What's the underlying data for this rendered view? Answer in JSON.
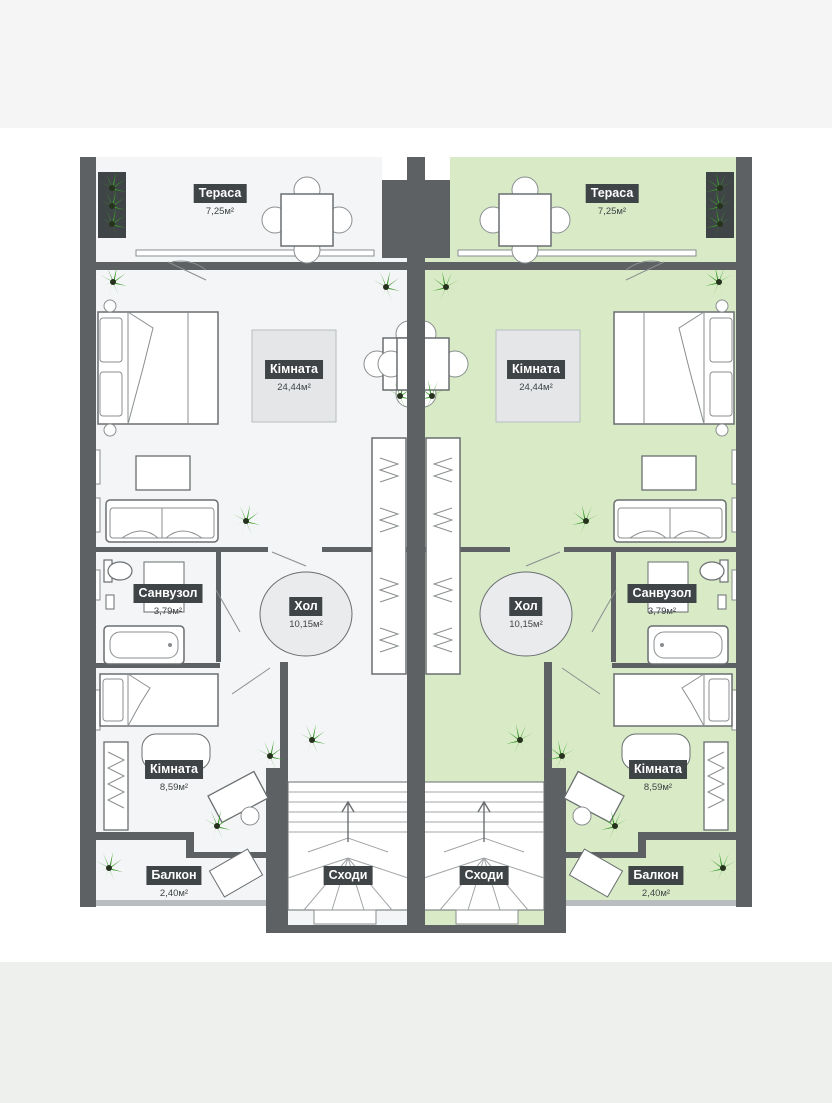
{
  "units": [
    {
      "id": "left",
      "highlighted": false,
      "rooms": [
        {
          "key": "terrace",
          "name": "Тераса",
          "area": "7,25м²"
        },
        {
          "key": "room-main",
          "name": "Кімната",
          "area": "24,44м²"
        },
        {
          "key": "bathroom",
          "name": "Санвузол",
          "area": "3,79м²"
        },
        {
          "key": "hall",
          "name": "Хол",
          "area": "10,15м²"
        },
        {
          "key": "room-small",
          "name": "Кімната",
          "area": "8,59м²"
        },
        {
          "key": "balcony",
          "name": "Балкон",
          "area": "2,40м²"
        },
        {
          "key": "stairs",
          "name": "Сходи",
          "area": ""
        }
      ]
    },
    {
      "id": "right",
      "highlighted": true,
      "rooms": [
        {
          "key": "terrace",
          "name": "Тераса",
          "area": "7,25м²"
        },
        {
          "key": "room-main",
          "name": "Кімната",
          "area": "24,44м²"
        },
        {
          "key": "bathroom",
          "name": "Санвузол",
          "area": "3,79м²"
        },
        {
          "key": "hall",
          "name": "Хол",
          "area": "10,15м²"
        },
        {
          "key": "room-small",
          "name": "Кімната",
          "area": "8,59м²"
        },
        {
          "key": "balcony",
          "name": "Балкон",
          "area": "2,40м²"
        },
        {
          "key": "stairs",
          "name": "Сходи",
          "area": ""
        }
      ]
    }
  ],
  "colors": {
    "wall": "#5d6163",
    "highlight_fill": "#d9ebc6",
    "plain_fill": "#f4f5f6",
    "plant": "#3a9a2c",
    "label_bg": "#3f4446"
  },
  "icons": [
    "plant-icon",
    "bed-icon",
    "sofa-icon",
    "table-icon",
    "bathtub-icon",
    "toilet-icon",
    "wardrobe-icon",
    "stairs-icon",
    "door-icon"
  ]
}
